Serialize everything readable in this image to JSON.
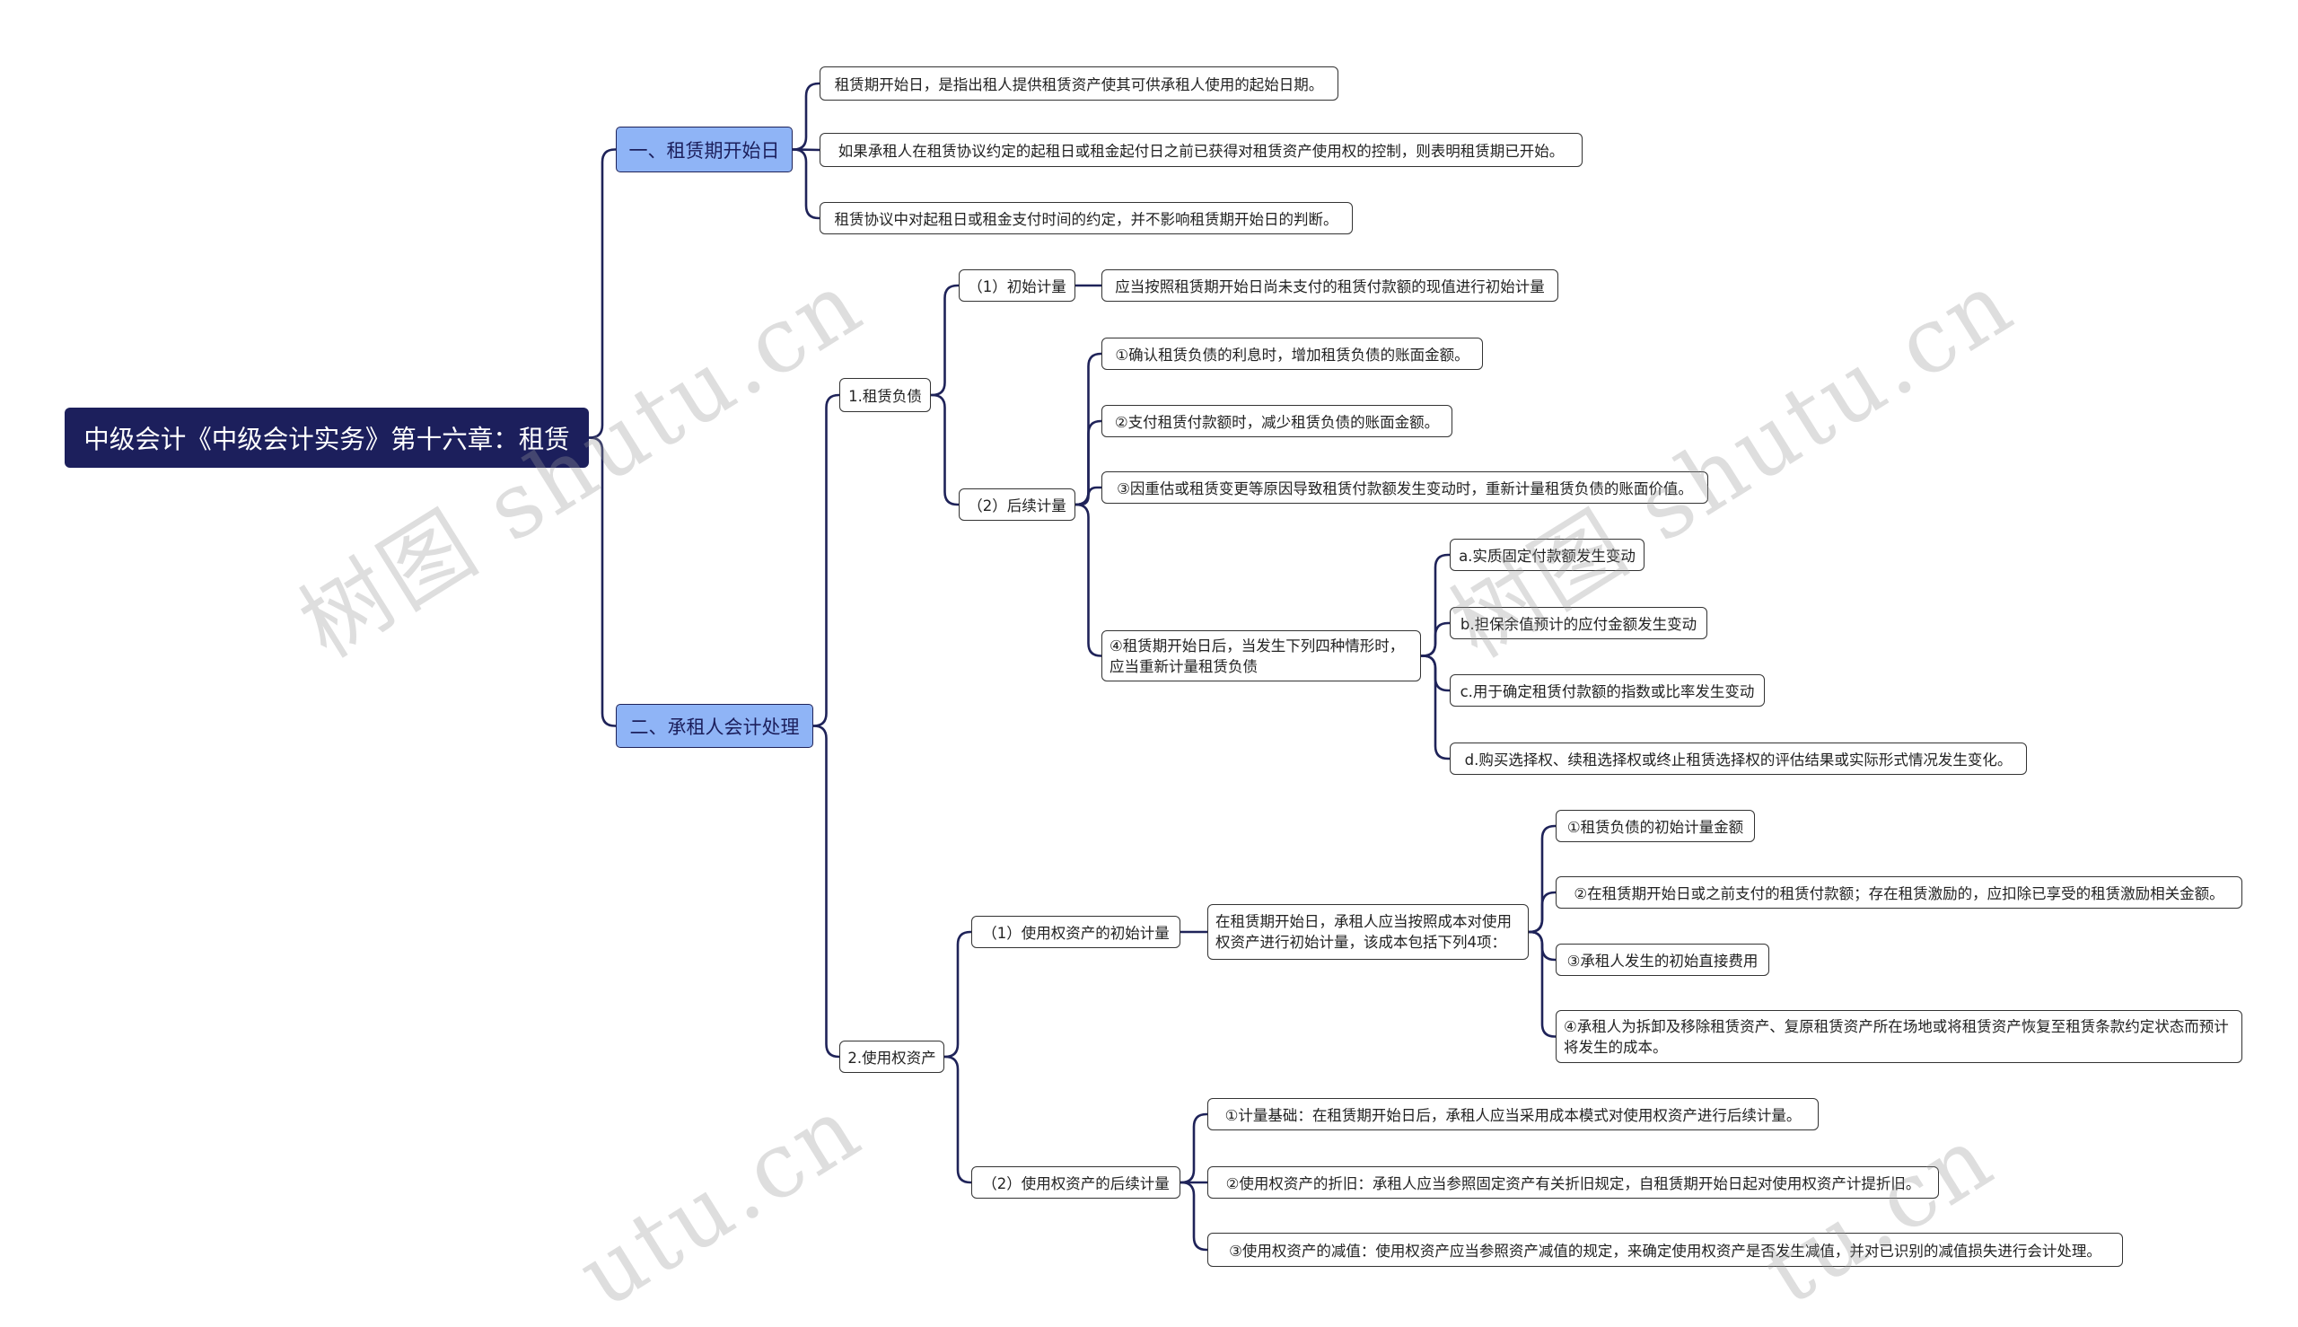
{
  "watermarks": [
    {
      "text": "树图 shutu.cn"
    },
    {
      "text": "树图 shutu.cn"
    },
    {
      "text": "utu.cn"
    },
    {
      "text": "tu.cn"
    }
  ],
  "colors": {
    "root_fill": "#1c1f5c",
    "root_text": "#ffffff",
    "topic_fill": "#8fb4f6",
    "topic_text": "#1c1f5c",
    "line": "#1f2359",
    "leaf_border": "#333333",
    "leaf_text": "#222222",
    "watermark": "#9a9a9a"
  },
  "root": {
    "label": "中级会计《中级会计实务》第十六章：租赁",
    "children": [
      {
        "label": "一、租赁期开始日",
        "children": [
          {
            "label": "租赁期开始日，是指出租人提供租赁资产使其可供承租人使用的起始日期。"
          },
          {
            "label": "如果承租人在租赁协议约定的起租日或租金起付日之前已获得对租赁资产使用权的控制，则表明租赁期已开始。"
          },
          {
            "label": "租赁协议中对起租日或租金支付时间的约定，并不影响租赁期开始日的判断。"
          }
        ]
      },
      {
        "label": "二、承租人会计处理",
        "children": [
          {
            "label": "1.租赁负债",
            "children": [
              {
                "label": "（1）初始计量",
                "children": [
                  {
                    "label": "应当按照租赁期开始日尚未支付的租赁付款额的现值进行初始计量"
                  }
                ]
              },
              {
                "label": "（2）后续计量",
                "children": [
                  {
                    "label": "①确认租赁负债的利息时，增加租赁负债的账面金额。"
                  },
                  {
                    "label": "②支付租赁付款额时，减少租赁负债的账面金额。"
                  },
                  {
                    "label": "③因重估或租赁变更等原因导致租赁付款额发生变动时，重新计量租赁负债的账面价值。"
                  },
                  {
                    "label": "④租赁期开始日后，当发生下列四种情形时，应当重新计量租赁负债",
                    "children": [
                      {
                        "label": "a.实质固定付款额发生变动"
                      },
                      {
                        "label": "b.担保余值预计的应付金额发生变动"
                      },
                      {
                        "label": "c.用于确定租赁付款额的指数或比率发生变动"
                      },
                      {
                        "label": "d.购买选择权、续租选择权或终止租赁选择权的评估结果或实际形式情况发生变化。"
                      }
                    ]
                  }
                ]
              }
            ]
          },
          {
            "label": "2.使用权资产",
            "children": [
              {
                "label": "（1）使用权资产的初始计量",
                "children": [
                  {
                    "label": "在租赁期开始日，承租人应当按照成本对使用权资产进行初始计量，该成本包括下列4项：",
                    "children": [
                      {
                        "label": "①租赁负债的初始计量金额"
                      },
                      {
                        "label": "②在租赁期开始日或之前支付的租赁付款额；存在租赁激励的，应扣除已享受的租赁激励相关金额。"
                      },
                      {
                        "label": "③承租人发生的初始直接费用"
                      },
                      {
                        "label": "④承租人为拆卸及移除租赁资产、复原租赁资产所在场地或将租赁资产恢复至租赁条款约定状态而预计将发生的成本。"
                      }
                    ]
                  }
                ]
              },
              {
                "label": "（2）使用权资产的后续计量",
                "children": [
                  {
                    "label": "①计量基础：在租赁期开始日后，承租人应当采用成本模式对使用权资产进行后续计量。"
                  },
                  {
                    "label": "②使用权资产的折旧：承租人应当参照固定资产有关折旧规定，自租赁期开始日起对使用权资产计提折旧。"
                  },
                  {
                    "label": "③使用权资产的减值：使用权资产应当参照资产减值的规定，来确定使用权资产是否发生减值，并对已识别的减值损失进行会计处理。"
                  }
                ]
              }
            ]
          }
        ]
      }
    ]
  }
}
